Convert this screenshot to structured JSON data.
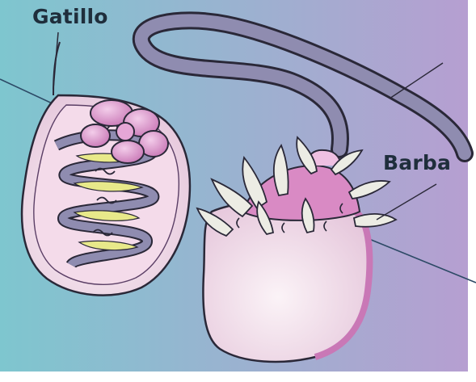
{
  "labels": {
    "gatillo": "Gatillo",
    "barba": "Barba"
  },
  "colors": {
    "background_left": "#7ec6cf",
    "background_right": "#b79ed1",
    "outline": "#2a2838",
    "capsule_body": "#efd6e6",
    "capsule_highlight": "#fbf3f7",
    "petal": "#d98ac4",
    "petal_light": "#efc0e2",
    "coil_yellow": "#e8e98a",
    "thread": "#8f8cb0",
    "barb": "#ecece4",
    "barb_shadow": "#9fae94",
    "label_text": "#1f2e3c"
  },
  "icons": [
    "undischarged-nematocyst",
    "discharged-nematocyst"
  ]
}
